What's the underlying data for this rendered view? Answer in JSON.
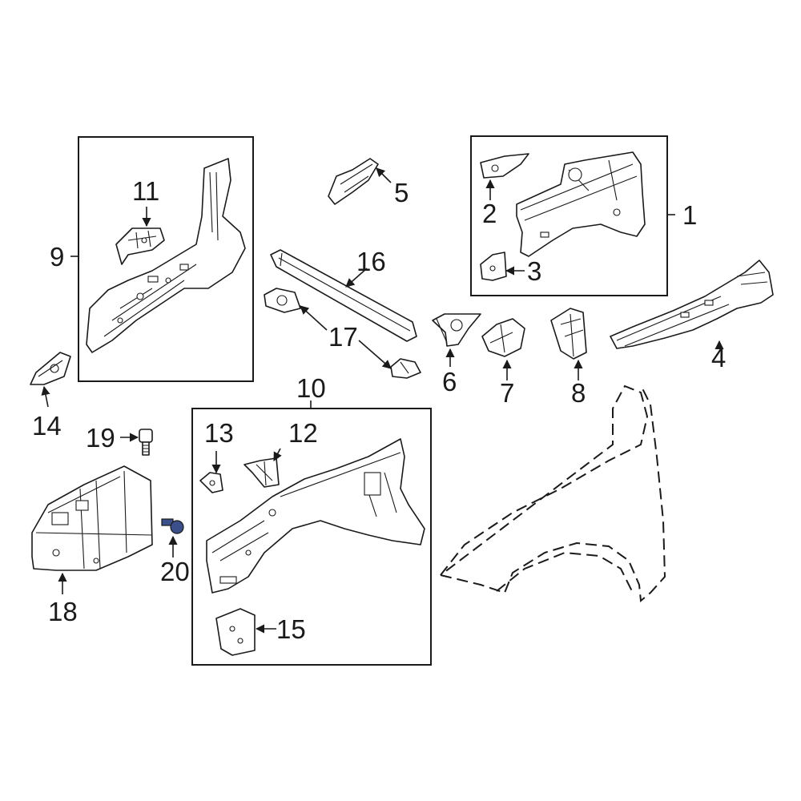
{
  "callouts": {
    "c1": "1",
    "c2": "2",
    "c3": "3",
    "c4": "4",
    "c5": "5",
    "c6": "6",
    "c7": "7",
    "c8": "8",
    "c9": "9",
    "c10": "10",
    "c11": "11",
    "c12": "12",
    "c13": "13",
    "c14": "14",
    "c15": "15",
    "c16": "16",
    "c17": "17",
    "c18": "18",
    "c19": "19",
    "c20": "20"
  },
  "colors": {
    "line": "#1a1a1a",
    "highlight_part": "#3b4f8a",
    "background": "#ffffff"
  }
}
